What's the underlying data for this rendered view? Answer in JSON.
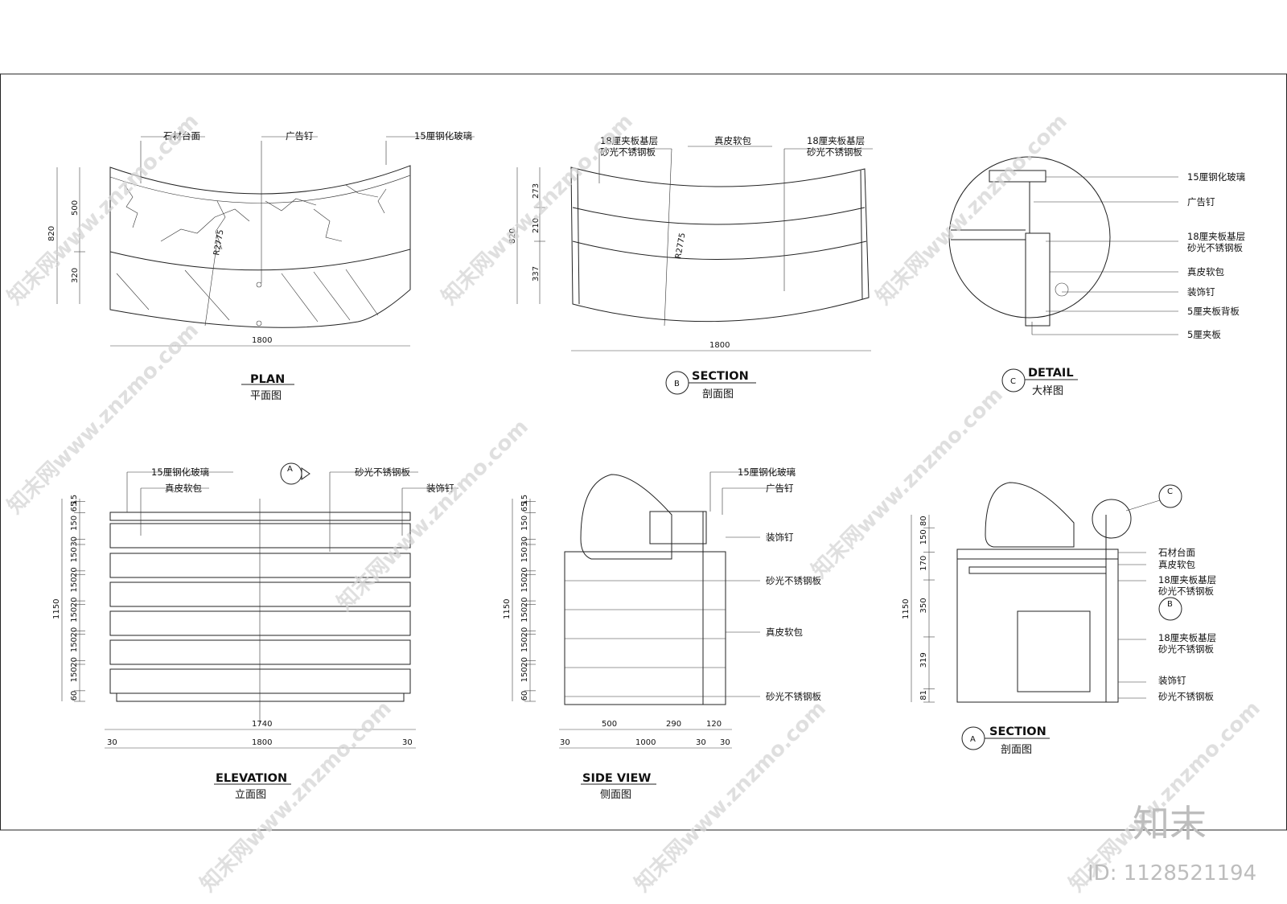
{
  "views": {
    "plan": {
      "title": "PLAN",
      "subtitle": "平面图",
      "labels": [
        "石材台面",
        "广告钉",
        "15厘钢化玻璃"
      ],
      "dims": {
        "width": "1800",
        "total": "820",
        "upper": "500",
        "lower": "320",
        "radius": "R2775"
      }
    },
    "section_b": {
      "marker": "B",
      "title": "SECTION",
      "subtitle": "剖面图",
      "labels": [
        "18厘夹板基层",
        "砂光不锈钢板",
        "真皮软包",
        "18厘夹板基层",
        "砂光不锈钢板"
      ],
      "dims": {
        "width": "1800",
        "total": "820",
        "d1": "273",
        "d2": "210",
        "d3": "337",
        "radius": "R2775"
      }
    },
    "detail_c": {
      "marker": "C",
      "title": "DETAIL",
      "subtitle": "大样图",
      "labels": [
        "15厘钢化玻璃",
        "广告钉",
        "18厘夹板基层",
        "砂光不锈钢板",
        "真皮软包",
        "装饰钉",
        "5厘夹板背板",
        "5厘夹板"
      ]
    },
    "elevation": {
      "title": "ELEVATION",
      "subtitle": "立面图",
      "section_marker": "A",
      "labels": [
        "15厘钢化玻璃",
        "真皮软包",
        "砂光不锈钢板",
        "装饰钉"
      ],
      "left_dims": [
        "15",
        "65",
        "150",
        "30",
        "150",
        "20",
        "150",
        "20",
        "150",
        "20",
        "150",
        "20",
        "150",
        "60"
      ],
      "height": "1150",
      "bottom_dims": {
        "inner": "1740",
        "total": "1800",
        "left": "30",
        "right": "30"
      }
    },
    "side_view": {
      "title": "SIDE VIEW",
      "subtitle": "侧面图",
      "labels": [
        "15厘钢化玻璃",
        "广告钉",
        "装饰钉",
        "砂光不锈钢板",
        "真皮软包",
        "砂光不锈钢板"
      ],
      "left_dims": [
        "15",
        "65",
        "150",
        "30",
        "150",
        "20",
        "150",
        "20",
        "150",
        "20",
        "150",
        "20",
        "150",
        "60"
      ],
      "height": "1150",
      "bottom_dims": {
        "a": "500",
        "b": "290",
        "c": "120",
        "total": "1000",
        "l": "30",
        "r1": "30",
        "r2": "30"
      }
    },
    "section_a": {
      "marker": "A",
      "title": "SECTION",
      "subtitle": "剖面图",
      "detail_marker": "C",
      "section_marker": "B",
      "labels": [
        "石材台面",
        "真皮软包",
        "18厘夹板基层",
        "砂光不锈钢板",
        "18厘夹板基层",
        "砂光不锈钢板",
        "装饰钉",
        "砂光不锈钢板"
      ],
      "left_dims": [
        "80",
        "150",
        "170",
        "350",
        "319",
        "81"
      ],
      "height": "1150"
    }
  },
  "watermark": {
    "text": "知末网www.znzmo.com",
    "logo": "知末",
    "id": "ID: 1128521194"
  }
}
